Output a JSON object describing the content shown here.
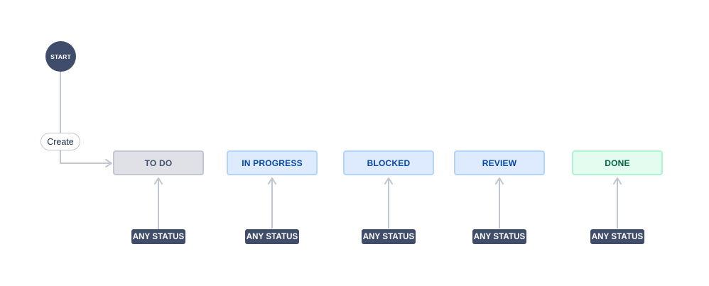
{
  "start": {
    "label": "START"
  },
  "transition": {
    "label": "Create"
  },
  "statuses": [
    {
      "label": "TO DO",
      "bg": "#dfe1e6",
      "border": "#c1c7d0",
      "text": "#42526e"
    },
    {
      "label": "IN PROGRESS",
      "bg": "#deebff",
      "border": "#b3d4ff",
      "text": "#0747a6"
    },
    {
      "label": "BLOCKED",
      "bg": "#deebff",
      "border": "#b3d4ff",
      "text": "#0747a6"
    },
    {
      "label": "REVIEW",
      "bg": "#deebff",
      "border": "#b3d4ff",
      "text": "#0747a6"
    },
    {
      "label": "DONE",
      "bg": "#e3fcef",
      "border": "#abf5d1",
      "text": "#006644"
    }
  ],
  "global_transition_label": "ANY STATUS",
  "colors": {
    "node_dark": "#3f4d6a",
    "connector": "#c1c7d0"
  }
}
